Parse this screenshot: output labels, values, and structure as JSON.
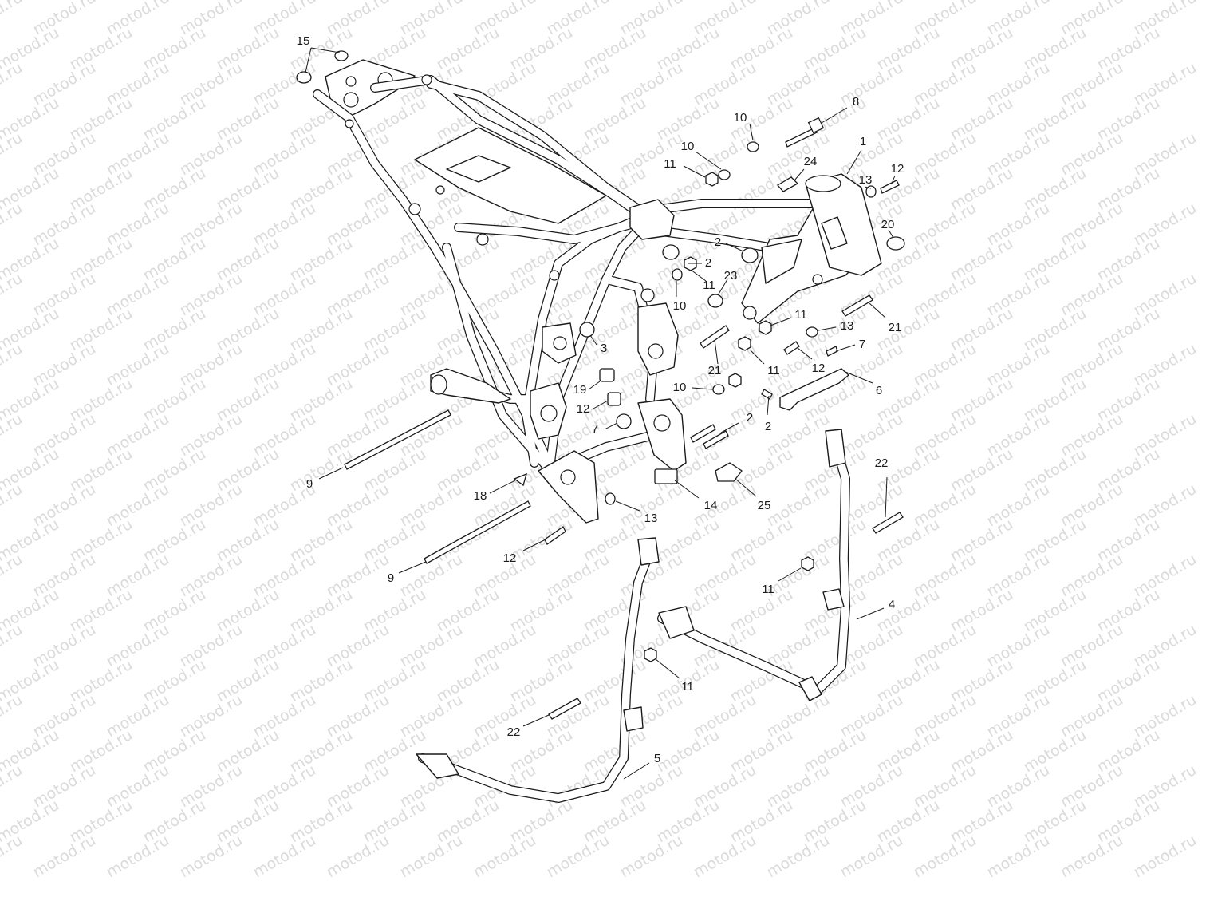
{
  "watermark": {
    "text": "motod.ru"
  },
  "callouts": [
    "15",
    "8",
    "10",
    "10",
    "11",
    "24",
    "1",
    "13",
    "12",
    "20",
    "2",
    "2",
    "11",
    "23",
    "10",
    "21",
    "11",
    "13",
    "7",
    "21",
    "11",
    "12",
    "6",
    "10",
    "3",
    "19",
    "12",
    "2",
    "7",
    "2",
    "9",
    "18",
    "14",
    "25",
    "22",
    "13",
    "12",
    "9",
    "11",
    "4",
    "11",
    "22",
    "5"
  ]
}
